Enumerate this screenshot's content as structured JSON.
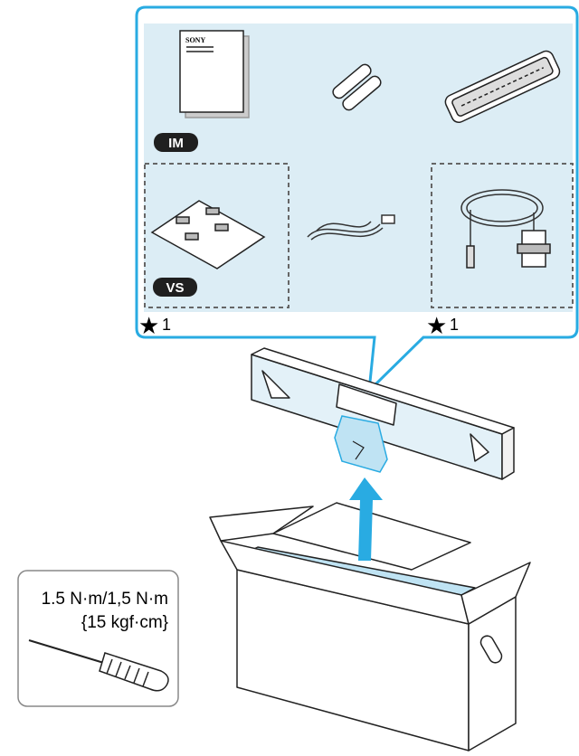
{
  "manual": {
    "brand": "SONY"
  },
  "badges": {
    "im": "IM",
    "vs": "VS"
  },
  "note_markers": [
    {
      "star": "★",
      "num": "1"
    },
    {
      "star": "★",
      "num": "1"
    }
  ],
  "torque": {
    "line1": "1.5 N·m/1,5 N·m",
    "line2": "{15 kgf·cm}"
  },
  "colors": {
    "accent": "#29abe2",
    "panel_bg": "#dcedf5",
    "line": "#222222",
    "badge": "#1f1f1f"
  },
  "icons": [
    "manual-icon",
    "batteries-icon",
    "remote-control-icon",
    "screws-icon",
    "ac-power-cord-icon",
    "vga-cable-icon",
    "accessory-box-icon",
    "shipping-carton-icon",
    "screwdriver-icon",
    "lift-arrow-icon"
  ]
}
